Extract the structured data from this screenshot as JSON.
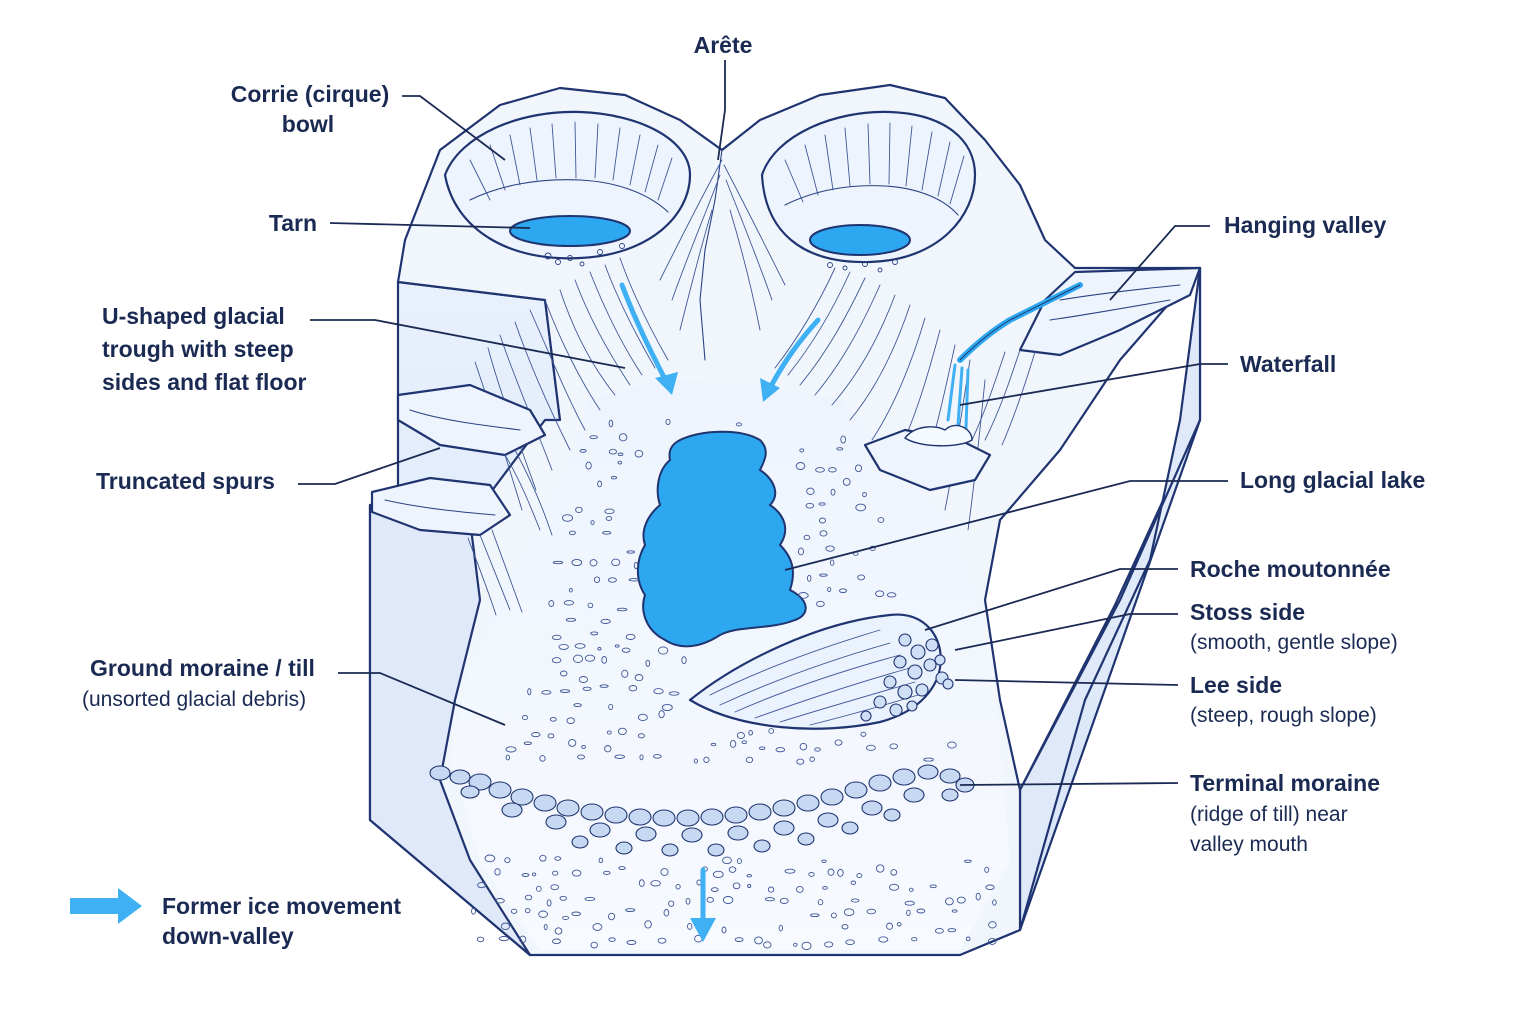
{
  "labels": {
    "arete": "Arête",
    "corrie_line1": "Corrie (cirque)",
    "corrie_line2": "bowl",
    "tarn": "Tarn",
    "trough_line1": "U-shaped glacial",
    "trough_line2": "trough with steep",
    "trough_line3": "sides and flat floor",
    "truncated_spurs": "Truncated spurs",
    "ground_moraine_line1": "Ground moraine / till",
    "ground_moraine_line2": "(unsorted glacial debris)",
    "hanging_valley": "Hanging valley",
    "waterfall": "Waterfall",
    "long_glacial_lake": "Long glacial lake",
    "roche_moutonnee": "Roche moutonnée",
    "stoss_line1": "Stoss side",
    "stoss_line2": "(smooth, gentle slope)",
    "lee_line1": "Lee side",
    "lee_line2": "(steep, rough slope)",
    "terminal_line1": "Terminal moraine",
    "terminal_line2": "(ridge of till) near",
    "terminal_line3": "valley mouth"
  },
  "legend": {
    "line1": "Former ice movement",
    "line2": "down-valley"
  },
  "colors": {
    "outline": "#1f3470",
    "water": "#2da8f0",
    "ice_arrow": "#3fb0f4",
    "snow_fill": "#f1f6fd",
    "face_fill": "#e3edfb",
    "label_text": "#1a2a52"
  }
}
